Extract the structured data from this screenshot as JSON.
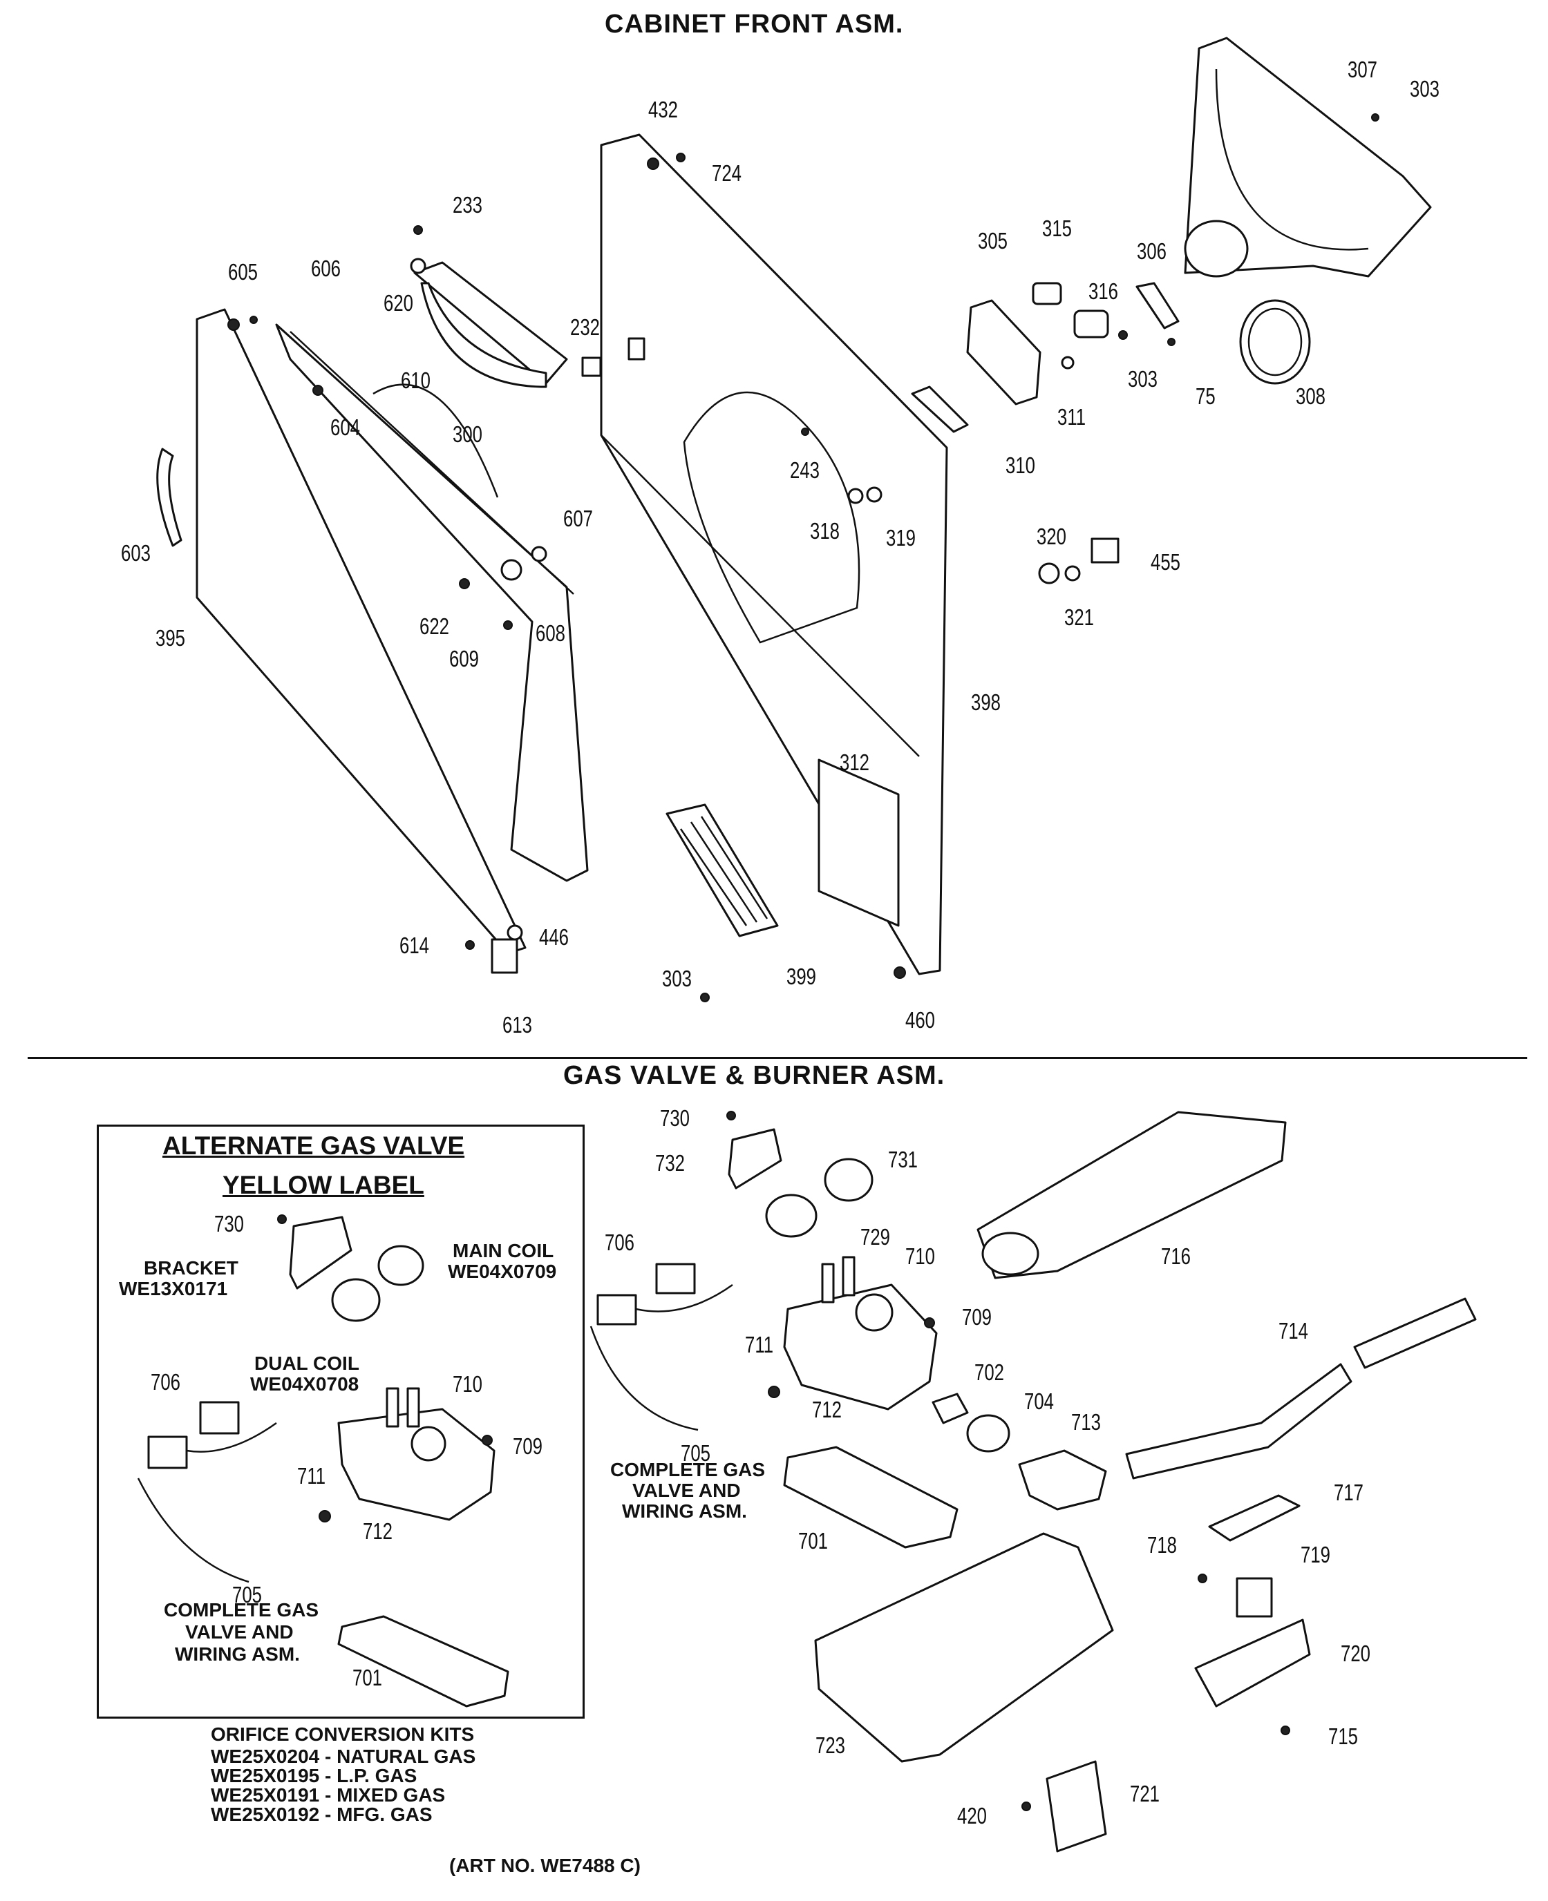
{
  "titles": {
    "cabinet": "CABINET FRONT ASM.",
    "gas_valve": "GAS VALVE & BURNER ASM.",
    "art_no": "(ART NO. WE7488 C)"
  },
  "inset": {
    "title_line1": "ALTERNATE GAS VALVE",
    "title_line2": "YELLOW LABEL",
    "bracket": "BRACKET",
    "bracket_part": "WE13X0171",
    "main_coil": "MAIN COIL",
    "main_coil_part": "WE04X0709",
    "dual_coil": "DUAL COIL",
    "dual_coil_part": "WE04X0708",
    "complete_1": "COMPLETE GAS",
    "complete_2": "VALVE AND",
    "complete_3": "WIRING ASM.",
    "labels": {
      "730": "730",
      "706": "706",
      "710": "710",
      "709": "709",
      "711": "711",
      "712": "712",
      "705": "705",
      "701": "701"
    }
  },
  "main_complete": {
    "line1": "COMPLETE GAS",
    "line2": "VALVE AND",
    "line3": "WIRING ASM."
  },
  "orifice": {
    "heading": "ORIFICE CONVERSION KITS",
    "kits": [
      "WE25X0204 - NATURAL GAS",
      "WE25X0195 - L.P. GAS",
      "WE25X0191 - MIXED GAS",
      "WE25X0192 - MFG. GAS"
    ]
  },
  "labels": {
    "c432": "432",
    "c724": "724",
    "c307": "307",
    "c303a": "303",
    "c233": "233",
    "c605": "605",
    "c606": "606",
    "c620": "620",
    "c232": "232",
    "c305": "305",
    "c315": "315",
    "c316": "316",
    "c306": "306",
    "c303b": "303",
    "c75": "75",
    "c308": "308",
    "c311": "311",
    "c610": "610",
    "c604": "604",
    "c300": "300",
    "c243": "243",
    "c310": "310",
    "c603": "603",
    "c318": "318",
    "c319": "319",
    "c320": "320",
    "c455": "455",
    "c321": "321",
    "c607": "607",
    "c622": "622",
    "c608": "608",
    "c609": "609",
    "c395": "395",
    "c398": "398",
    "c312": "312",
    "c446": "446",
    "c614": "614",
    "c303c": "303",
    "c399": "399",
    "c460": "460",
    "c613": "613",
    "g730": "730",
    "g731": "731",
    "g732": "732",
    "g729": "729",
    "g706": "706",
    "g710": "710",
    "g716": "716",
    "g709": "709",
    "g711": "711",
    "g714": "714",
    "g702": "702",
    "g712": "712",
    "g704": "704",
    "g713": "713",
    "g705": "705",
    "g717": "717",
    "g701": "701",
    "g718": "718",
    "g719": "719",
    "g720": "720",
    "g723": "723",
    "g715": "715",
    "g721": "721",
    "g420": "420"
  }
}
